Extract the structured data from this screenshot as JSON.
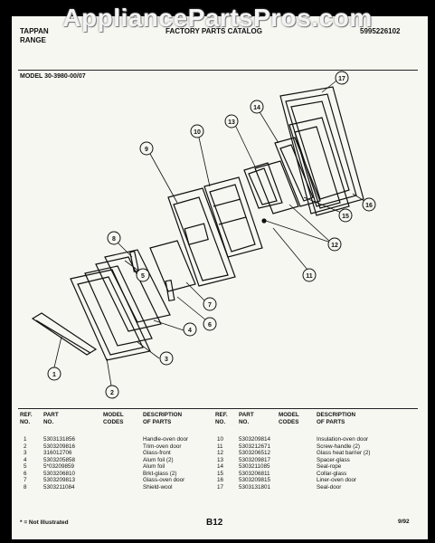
{
  "watermark": "AppliancePartsPros.com",
  "header": {
    "brand_line1": "TAPPAN",
    "brand_line2": "RANGE",
    "catalog_title": "FACTORY PARTS CATALOG",
    "catalog_number": "5995226102"
  },
  "model_line": "MODEL 30-3980-00/07",
  "callouts": [
    "1",
    "2",
    "3",
    "4",
    "5",
    "6",
    "7",
    "8",
    "9",
    "10",
    "11",
    "12",
    "12",
    "13",
    "14",
    "15",
    "16",
    "17"
  ],
  "table": {
    "headers": {
      "ref_no": [
        "REF.",
        "NO."
      ],
      "part_no": [
        "PART",
        "NO."
      ],
      "model_codes": [
        "MODEL",
        "CODES"
      ],
      "description": [
        "DESCRIPTION",
        "OF PARTS"
      ]
    },
    "left_rows": [
      {
        "ref": "1",
        "part": "5303131856",
        "desc": "Handle-oven door"
      },
      {
        "ref": "2",
        "part": "5303209816",
        "desc": "Trim-oven door"
      },
      {
        "ref": "3",
        "part": "316012706",
        "desc": "Glass-front"
      },
      {
        "ref": "4",
        "part": "5303205858",
        "desc": "Alum foil (2)"
      },
      {
        "ref": "5",
        "part": "5*03209859",
        "desc": "Alum foil"
      },
      {
        "ref": "6",
        "part": "5303206810",
        "desc": "Brkt-glass (2)"
      },
      {
        "ref": "7",
        "part": "5303209813",
        "desc": "Glass-oven door"
      },
      {
        "ref": "8",
        "part": "5303211084",
        "desc": "Shield-wool"
      }
    ],
    "right_rows": [
      {
        "ref": "10",
        "part": "5303209814",
        "desc": "Insulation-oven door"
      },
      {
        "ref": "11",
        "part": "5303212671",
        "desc": "Screw-handle (2)"
      },
      {
        "ref": "12",
        "part": "5303206512",
        "desc": "Glass heat barrier (2)"
      },
      {
        "ref": "13",
        "part": "5303209817",
        "desc": "Spacer-glass"
      },
      {
        "ref": "14",
        "part": "5303211085",
        "desc": "Seal-rope"
      },
      {
        "ref": "15",
        "part": "5303206811",
        "desc": "Collar-glass"
      },
      {
        "ref": "16",
        "part": "5303209815",
        "desc": "Liner-oven door"
      },
      {
        "ref": "17",
        "part": "5303131801",
        "desc": "Seal-door"
      }
    ]
  },
  "footer": {
    "note": "* = Not Illustrated",
    "page": "B12",
    "date": "9/92"
  }
}
